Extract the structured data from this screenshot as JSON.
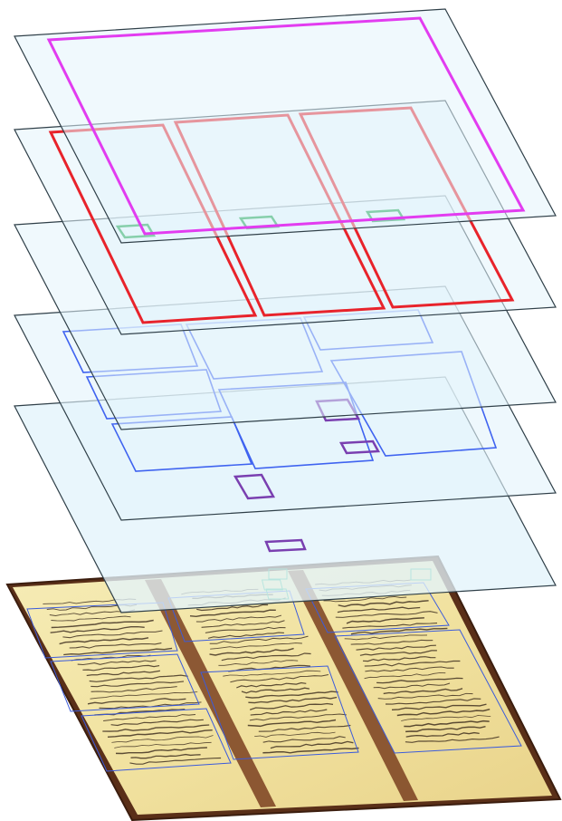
{
  "diagram": {
    "layers": [
      {
        "id": "page-frame",
        "region_kind": "page boundary",
        "color": "#e23cf0"
      },
      {
        "id": "columns",
        "region_kind": "text columns",
        "color": "#e8232b"
      },
      {
        "id": "text-blocks-upper",
        "region_kind": "text blocks",
        "color": "#2e5bf0"
      },
      {
        "id": "text-blocks-lower",
        "region_kind": "text blocks",
        "color": "#2e5bf0"
      },
      {
        "id": "decorations",
        "region_kind": "small marks",
        "color": "#7a3fb0"
      }
    ],
    "header_marks_color": "#16a34a",
    "plane_fill": "#e3f4fb",
    "plane_stroke": "#2f3f48",
    "manuscript": {
      "paper_color": "#f4e7a8",
      "ink_color": "#2a1a10",
      "binding_color": "#6b3a1f",
      "columns": 3
    }
  }
}
